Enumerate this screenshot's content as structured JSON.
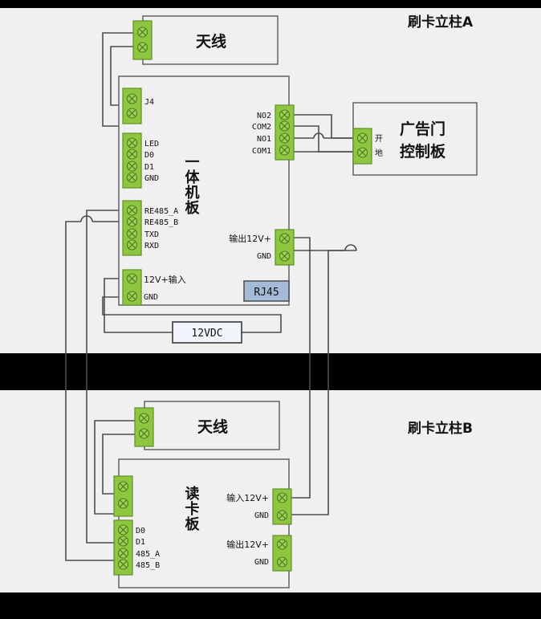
{
  "diagram": {
    "title_a": "刷卡立柱A",
    "title_b": "刷卡立柱B",
    "background_color": "#f0f0f0",
    "band_color": "#000000",
    "terminal_color": "#8ec640",
    "wire_color": "#4d4d4d"
  },
  "section_a": {
    "label": "刷卡立柱A",
    "antenna": {
      "label": "天线",
      "terminals": [
        "",
        ""
      ]
    },
    "mainboard": {
      "label": "一体机板",
      "j4": {
        "name": "J4",
        "pins": [
          "",
          ""
        ]
      },
      "io_block": {
        "pins": [
          "LED",
          "D0",
          "D1",
          "GND"
        ]
      },
      "serial_block": {
        "pins": [
          "RE485_A",
          "RE485_B",
          "TXD",
          "RXD"
        ]
      },
      "power_in_block": {
        "pins": [
          "12V+输入",
          "GND"
        ]
      },
      "relay_block": {
        "pins": [
          "NO2",
          "COM2",
          "NO1",
          "COM1"
        ]
      },
      "power_out_block": {
        "pins": [
          "输出12V+",
          "GND"
        ]
      },
      "rj45": {
        "label": "RJ45",
        "color": "#a5bad6"
      }
    },
    "door_board": {
      "label_line1": "广告门",
      "label_line2": "控制板",
      "terminals": [
        "开",
        "地"
      ]
    },
    "psu": {
      "label": "12VDC",
      "color": "#f2f6fc"
    }
  },
  "section_b": {
    "label": "刷卡立柱B",
    "antenna": {
      "label": "天线",
      "terminals": [
        "",
        ""
      ]
    },
    "readerboard": {
      "label": "读卡板",
      "antenna_block": {
        "pins": [
          "",
          ""
        ]
      },
      "data_block": {
        "pins": [
          "D0",
          "D1",
          "485_A",
          "485_B"
        ]
      },
      "power_in_block": {
        "pins": [
          "输入12V+",
          "GND"
        ]
      },
      "power_out_block": {
        "pins": [
          "输出12V+",
          "GND"
        ]
      }
    }
  }
}
